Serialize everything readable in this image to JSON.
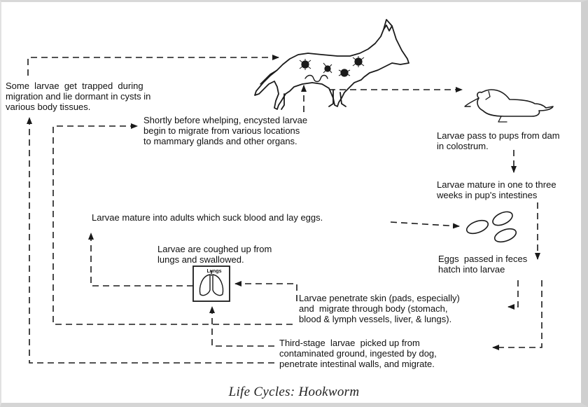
{
  "caption": "Life Cycles:  Hookworm",
  "lungs_label": "Lungs",
  "labels": {
    "trapped": "Some  larvae  get  trapped  during\nmigration and lie dormant in cysts in\nvarious body tissues.",
    "whelping": "Shortly before whelping, encysted larvae\nbegin to migrate from various locations\nto mammary glands and other organs.",
    "colostrum": "Larvae pass to pups from dam\nin colostrum.",
    "mature_pup": "Larvae mature in one to three\nweeks in pup's intestines",
    "adults": "Larvae mature into adults which suck blood and lay eggs.",
    "coughed": "Larvae are coughed up from\nlungs and swallowed.",
    "eggs": "Eggs  passed in feces\nhatch into larvae",
    "penetrate": "Larvae penetrate skin (pads, especially)\nand  migrate through body (stomach,\nblood & lymph vessels, liver, & lungs).",
    "third_stage": "Third-stage  larvae  picked up from\ncontaminated ground, ingested by dog,\npenetrate intestinal walls, and migrate."
  },
  "icons": {
    "adult_dog": "standing-dog-icon",
    "pup": "lying-puppy-icon",
    "eggs": "eggs-icon",
    "lungs": "lungs-icon"
  },
  "colors": {
    "line": "#1a1a1a",
    "text": "#111111"
  }
}
